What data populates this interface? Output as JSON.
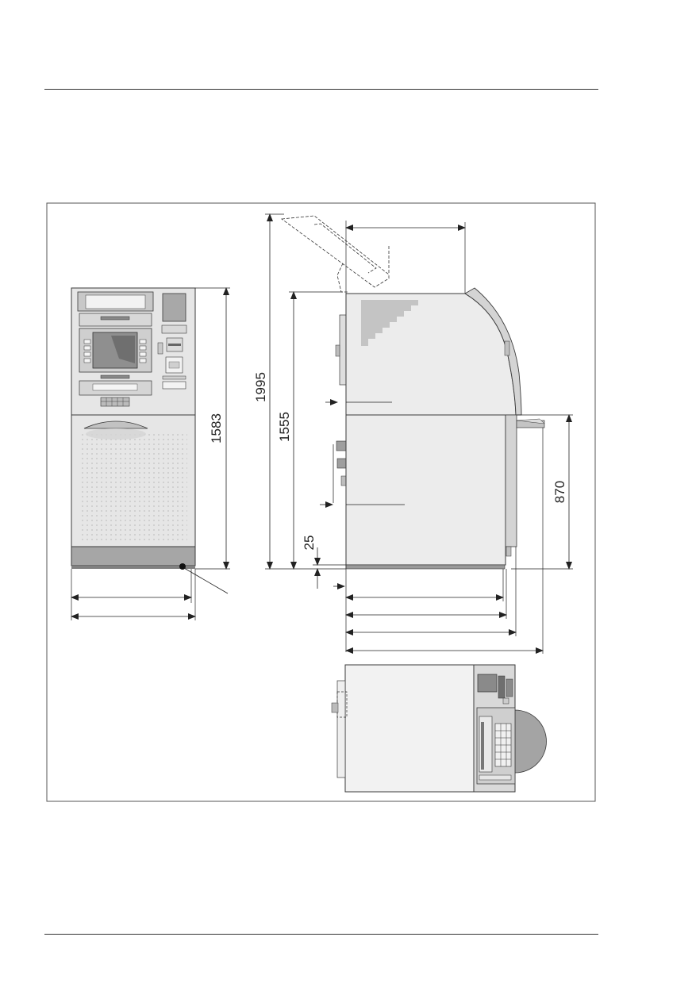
{
  "dimensions": {
    "front_height": "1583",
    "overall_height_lid_open": "1995",
    "cabinet_height": "1555",
    "lower_height": "870",
    "plinth_height": "25"
  },
  "colors": {
    "panel": "#e6e6e6",
    "panel_dark": "#bdbdbd",
    "plinth": "#a6a6a6",
    "outline": "#3a3a3a",
    "frame": "#555555"
  }
}
